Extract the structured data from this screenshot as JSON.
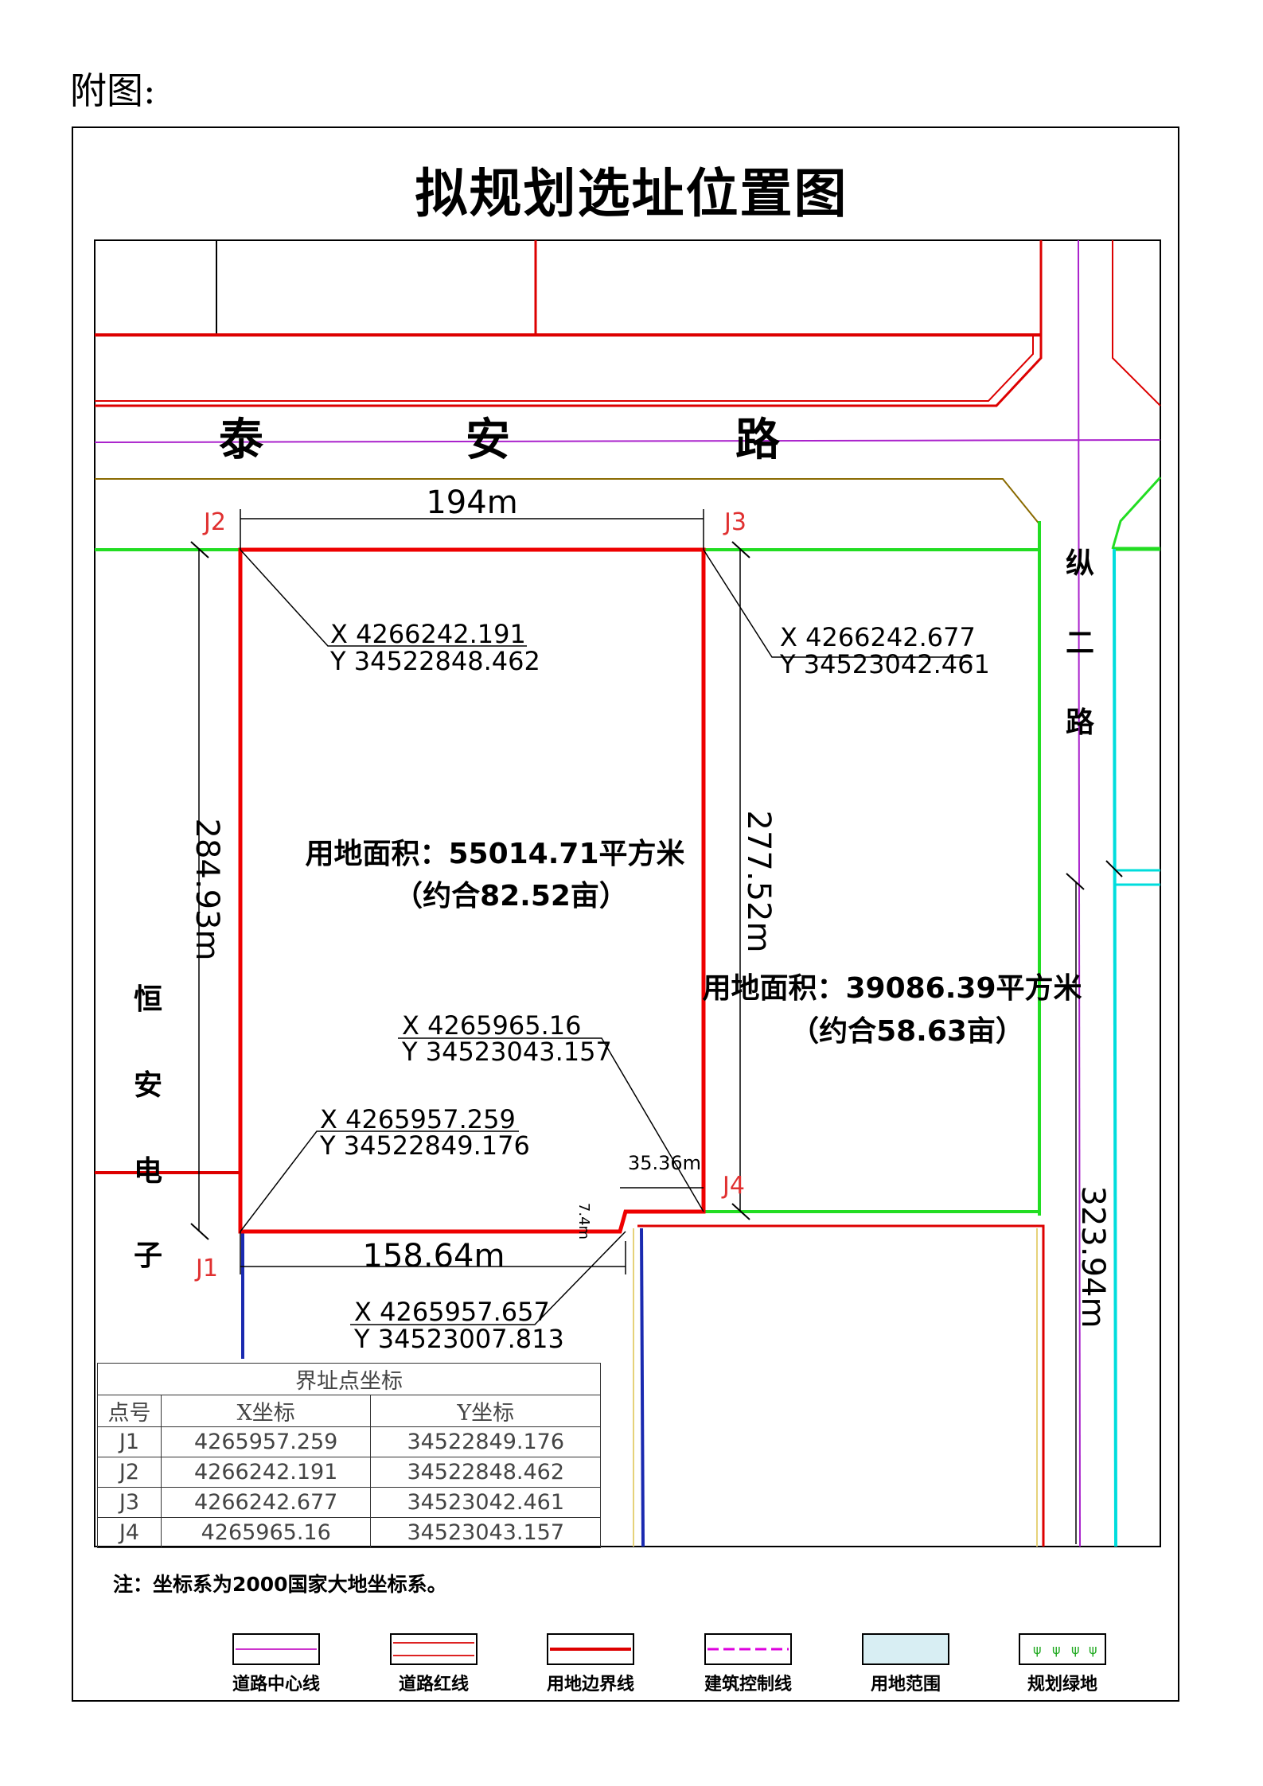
{
  "heading": "附图:",
  "title": "拟规划选址位置图",
  "roads": {
    "taian": [
      "泰",
      "安",
      "路"
    ],
    "zonger": [
      "纵",
      "二",
      "路"
    ],
    "hengan": [
      "恒",
      "安",
      "电",
      "子"
    ]
  },
  "points": {
    "J1": "J1",
    "J2": "J2",
    "J3": "J3",
    "J4": "J4"
  },
  "dimensions": {
    "top": "194m",
    "left": "284.93m",
    "right": "277.52m",
    "bottom": "158.64m",
    "step_h": "35.36m",
    "step_v": "7.4m",
    "east_road": "323.94m"
  },
  "callouts": {
    "J2": {
      "x": "X 4266242.191",
      "y": "Y 34522848.462"
    },
    "J3": {
      "x": "X 4266242.677",
      "y": "Y 34523042.461"
    },
    "J4": {
      "x": "X 4265965.16",
      "y": "Y 34523043.157"
    },
    "J1": {
      "x": "X 4265957.259",
      "y": "Y 34522849.176"
    },
    "step": {
      "x": "X 4265957.657",
      "y": "Y 34523007.813"
    }
  },
  "areas": {
    "main_line1": "用地面积：55014.71平方米",
    "main_line2": "（约合82.52亩）",
    "east_line1": "用地面积：39086.39平方米",
    "east_line2": "（约合58.63亩）"
  },
  "table": {
    "caption": "界址点坐标",
    "headers": [
      "点号",
      "X坐标",
      "Y坐标"
    ],
    "rows": [
      [
        "J1",
        "4265957.259",
        "34522849.176"
      ],
      [
        "J2",
        "4266242.191",
        "34522848.462"
      ],
      [
        "J3",
        "4266242.677",
        "34523042.461"
      ],
      [
        "J4",
        "4265965.16",
        "34523043.157"
      ]
    ]
  },
  "note": "注：坐标系为2000国家大地坐标系。",
  "legend": [
    {
      "label": "道路中心线",
      "icon": "road-centerline",
      "color": "#cc33cc"
    },
    {
      "label": "道路红线",
      "icon": "road-redline",
      "color": "#dd2222"
    },
    {
      "label": "用地边界线",
      "icon": "site-boundary",
      "color": "#dd0000"
    },
    {
      "label": "建筑控制线",
      "icon": "building-control-line",
      "color": "#dd00dd"
    },
    {
      "label": "用地范围",
      "icon": "site-extent",
      "color": "#cfe8ee"
    },
    {
      "label": "规划绿地",
      "icon": "green-space",
      "color": "#22aa22"
    }
  ]
}
